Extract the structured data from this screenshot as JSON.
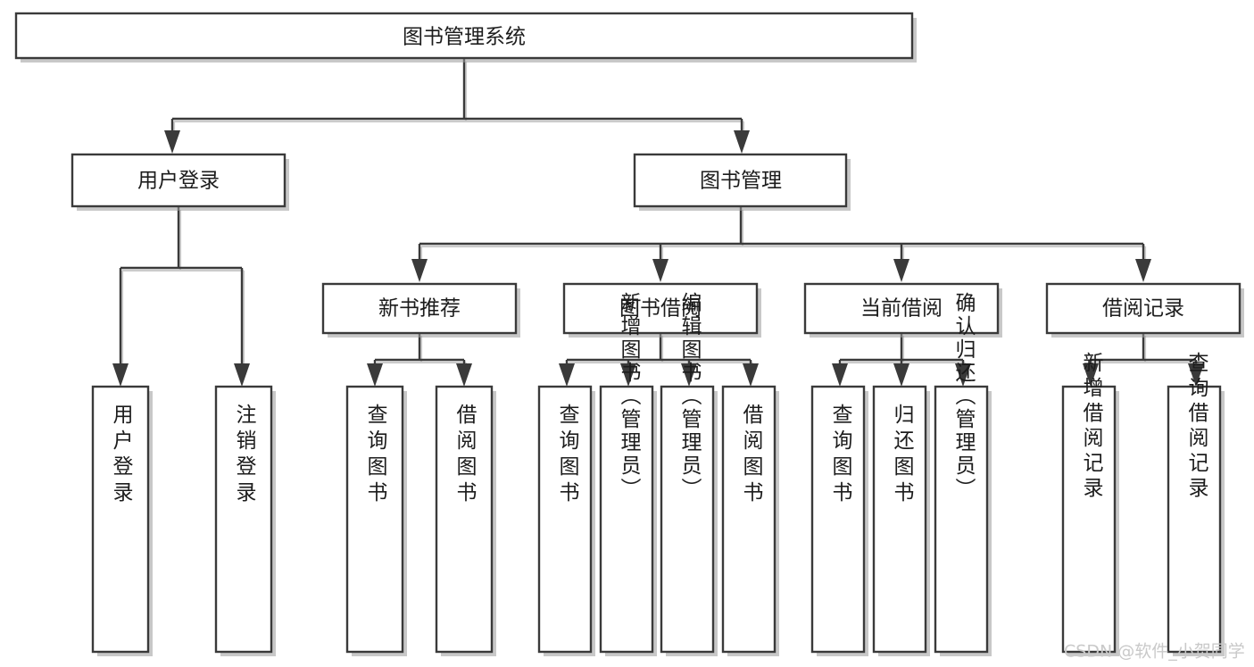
{
  "diagram": {
    "kind": "hierarchy-tree",
    "title": "图书管理系统",
    "colors": {
      "box_stroke": "#3a3a3a",
      "box_fill": "#ffffff",
      "connector": "#3a3a3a",
      "shadow": "#9a9a9a",
      "text": "#1c1c1c",
      "watermark": "#c9c9c9",
      "background": "#ffffff"
    },
    "root": {
      "label": "图书管理系统",
      "orientation": "horizontal"
    },
    "level2": [
      {
        "label": "用户登录",
        "orientation": "horizontal"
      },
      {
        "label": "图书管理",
        "orientation": "horizontal"
      }
    ],
    "level3": [
      {
        "label": "新书推荐",
        "orientation": "horizontal"
      },
      {
        "label": "图书借阅",
        "orientation": "horizontal"
      },
      {
        "label": "当前借阅",
        "orientation": "horizontal"
      },
      {
        "label": "借阅记录",
        "orientation": "horizontal"
      }
    ],
    "leaves": {
      "user_login": [
        {
          "label": "用户登录",
          "orientation": "vertical"
        },
        {
          "label": "注销登录",
          "orientation": "vertical"
        }
      ],
      "new_book_recommend": [
        {
          "label": "查询图书",
          "orientation": "vertical"
        },
        {
          "label": "借阅图书",
          "orientation": "vertical"
        }
      ],
      "book_borrow": [
        {
          "label": "查询图书",
          "orientation": "vertical"
        },
        {
          "label": "新增图书（管理员）",
          "orientation": "vertical"
        },
        {
          "label": "编辑图书（管理员）",
          "orientation": "vertical"
        },
        {
          "label": "借阅图书",
          "orientation": "vertical"
        }
      ],
      "current_borrow": [
        {
          "label": "查询图书",
          "orientation": "vertical"
        },
        {
          "label": "归还图书",
          "orientation": "vertical"
        },
        {
          "label": "确认归还（管理员）",
          "orientation": "vertical"
        }
      ],
      "borrow_records": [
        {
          "label": "新增借阅记录",
          "orientation": "vertical"
        },
        {
          "label": "查询借阅记录",
          "orientation": "vertical"
        }
      ]
    },
    "watermark": "CSDN @软件_小贺同学"
  }
}
